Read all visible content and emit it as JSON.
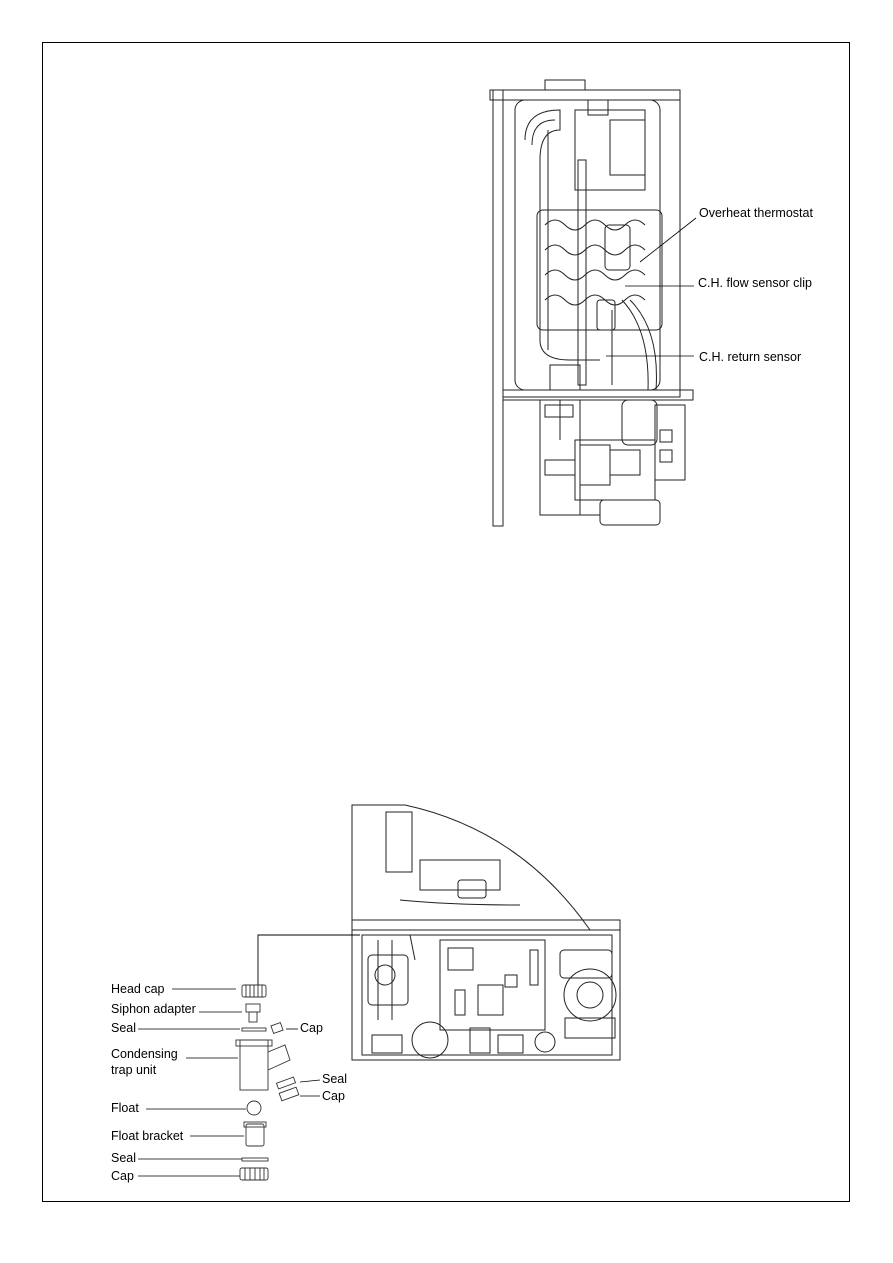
{
  "diagram_top": {
    "labels": {
      "overheat": "Overheat thermostat",
      "flow_clip": "C.H. flow sensor clip",
      "return_sensor": "C.H. return sensor"
    }
  },
  "diagram_bottom": {
    "labels": {
      "head_cap": "Head cap",
      "siphon_adapter": "Siphon adapter",
      "seal_1": "Seal",
      "cap_small": "Cap",
      "condensing_line1": "Condensing",
      "condensing_line2": "trap unit",
      "seal_side": "Seal",
      "cap_side": "Cap",
      "float": "Float",
      "float_bracket": "Float bracket",
      "seal_2": "Seal",
      "cap_bottom": "Cap"
    }
  }
}
